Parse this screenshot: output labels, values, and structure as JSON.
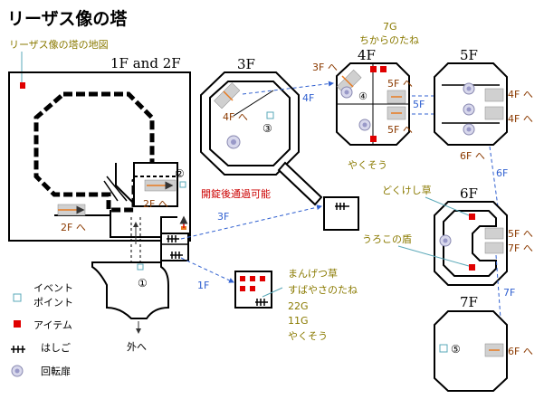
{
  "title": "リーザス像の塔",
  "map_label": "リーザス像の塔の地図",
  "floors": {
    "f12": "1F and 2F",
    "f3": "3F",
    "f4": "4F",
    "f5": "5F",
    "f6": "6F",
    "f7": "7F"
  },
  "links": {
    "l2f": "2F へ",
    "l2f_b": "2F へ",
    "l3f_in": "3F",
    "l1f": "1F",
    "l4f_3f": "4F へ",
    "l3f_4f": "3F へ",
    "l4f_3f_arrow": "4F",
    "l5f_a": "5F へ",
    "l5f_b": "5F へ",
    "l5f_mid": "5F",
    "l4f_5f_a": "4F へ",
    "l4f_5f_b": "4F へ",
    "l6f_5f": "6F へ",
    "l6f_arrow": "6F",
    "l5f_6f": "5F へ",
    "l7f_6f": "7F へ",
    "l7f_arrow": "7F",
    "l6f_7f": "6F へ",
    "outside": "外へ"
  },
  "notes": {
    "unlock": "開錠後通過可能",
    "f4_item_top_1": "7G",
    "f4_item_top_2": "ちからのたね",
    "f4_item_bottom": "やくそう",
    "f6_item_top": "どくけし草",
    "f6_item_bottom": "うろこの盾",
    "room_items": [
      "まんげつ草",
      "すばやさのたね",
      "22G",
      "11G",
      "やくそう"
    ]
  },
  "circled": {
    "c1": "①",
    "c2": "②",
    "c3": "③",
    "c4": "④",
    "c5": "⑤"
  },
  "legend": {
    "event_1": "イベント",
    "event_2": "ポイント",
    "item": "アイテム",
    "ladder": "はしご",
    "door": "回転扉"
  },
  "colors": {
    "wall": "#000000",
    "item": "#e00000",
    "event": "#5aa8b8",
    "link_arrow": "#3060d0",
    "olive_text": "#8a7a00",
    "brown_text": "#8b3a00",
    "note_red": "#cc0000",
    "stair_fill": "#d0d0d0",
    "stair_arrow": "#e87a20",
    "door_fill": "#d8d8ec"
  }
}
